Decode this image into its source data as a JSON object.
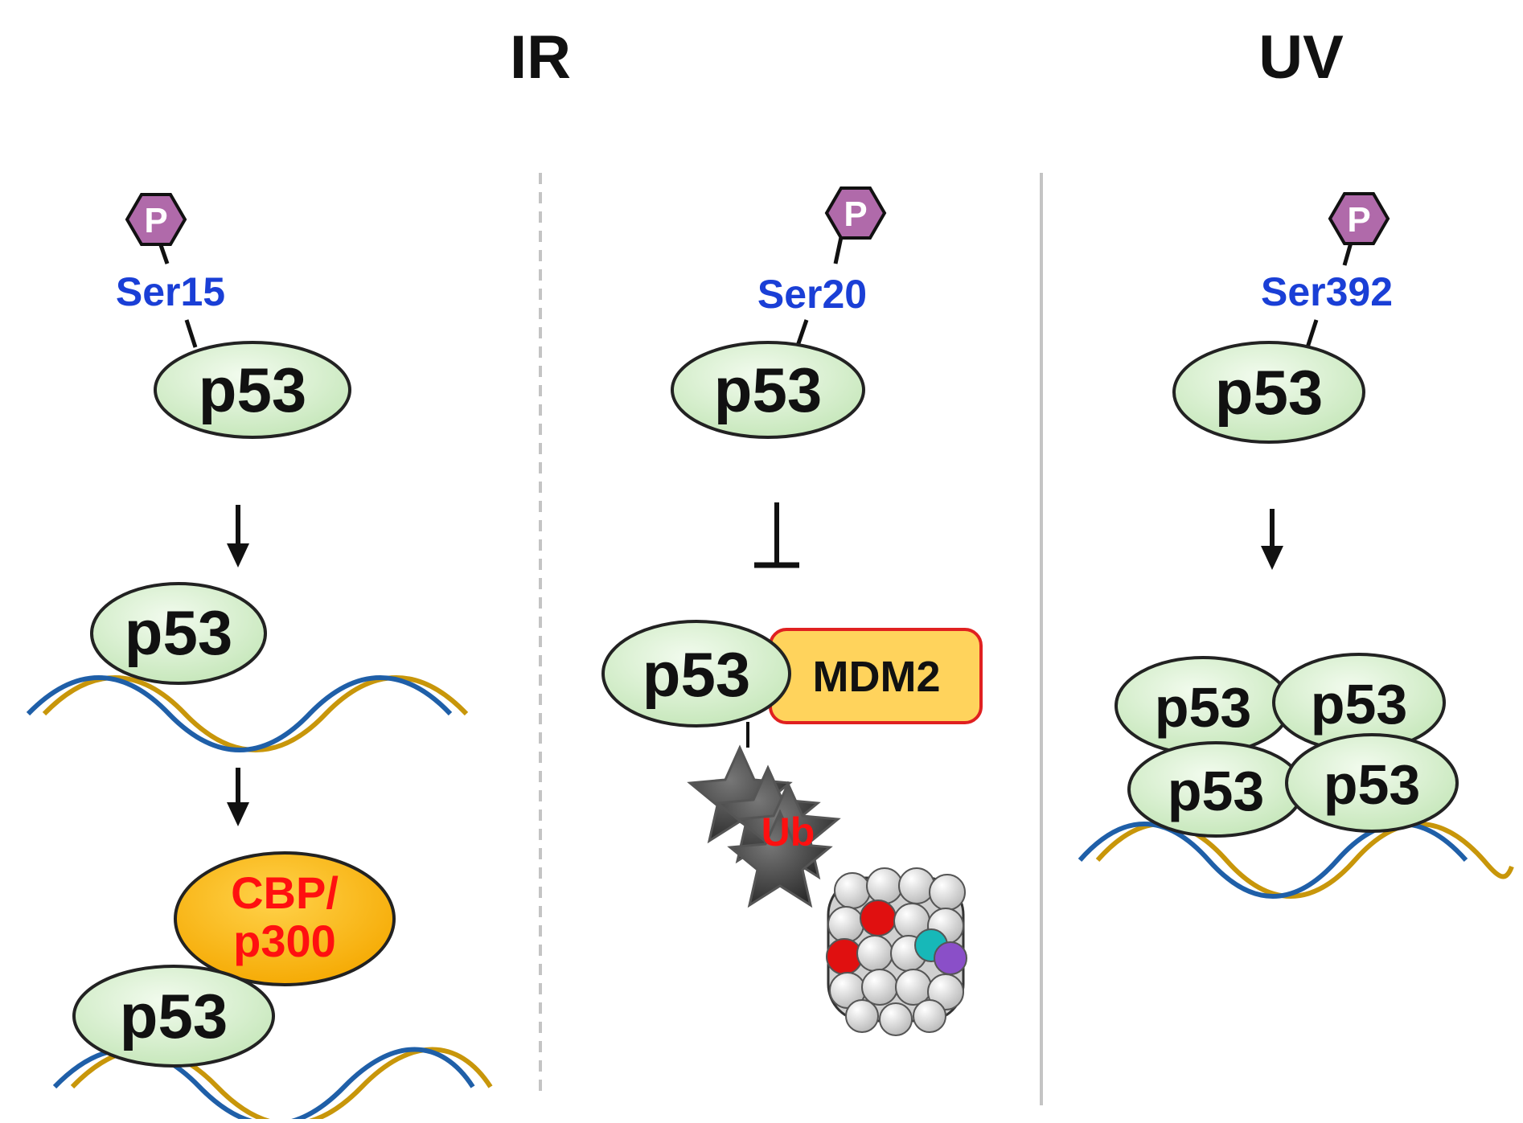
{
  "headings": {
    "ir": "IR",
    "uv": "UV"
  },
  "phospho": {
    "label": "P"
  },
  "sites": {
    "ser15": "Ser15",
    "ser20": "Ser20",
    "ser392": "Ser392"
  },
  "protein": {
    "p53": "p53"
  },
  "partners": {
    "mdm2": "MDM2",
    "cbp_line1": "CBP/",
    "cbp_line2": "p300",
    "ub": "Ub"
  },
  "colors": {
    "p53_fill": "#d8f0d0",
    "site_text": "#1a3fd6",
    "phospho_fill": "#b06aaa",
    "mdm2_fill": "#ffd35c",
    "mdm2_border": "#e02020",
    "cbp_fill": "#ffbb00",
    "red_text": "#ff1010",
    "dna_blue": "#1f5fa8",
    "dna_gold": "#c8960a"
  },
  "icons": {
    "phosphate": "hexagon-icon",
    "activation": "down-arrow-icon",
    "inhibition": "t-bar-inhibition-icon",
    "ubiquitin": "star-cluster-icon",
    "proteasome": "proteasome-icon"
  }
}
